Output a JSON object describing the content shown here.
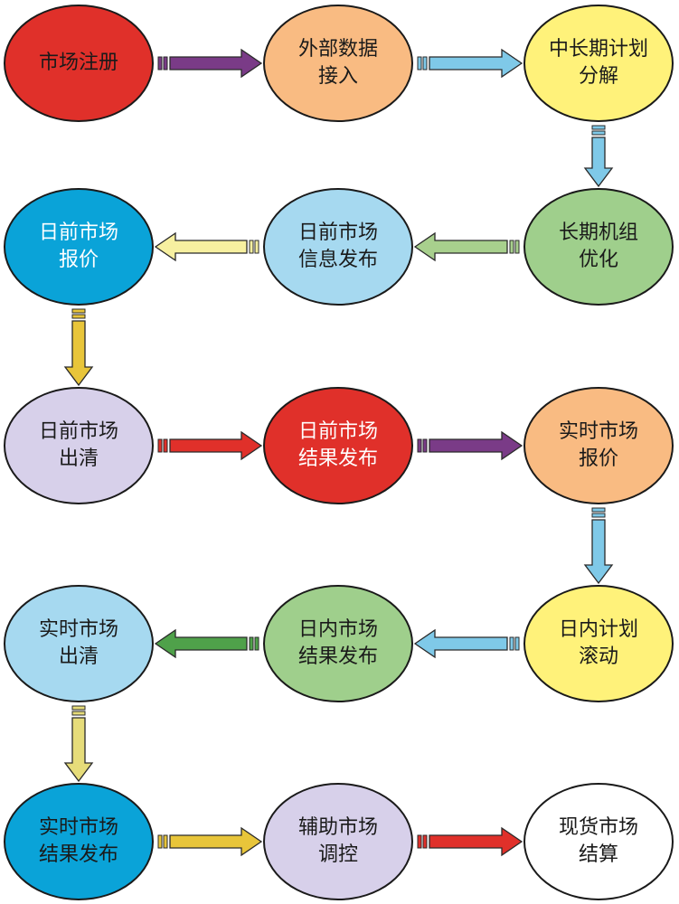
{
  "colors": {
    "red": "#e0302a",
    "orange": "#f9bb82",
    "yellow": "#fff27a",
    "green": "#9fcf8c",
    "blue": "#0aa3d8",
    "lightblue": "#a6d9f0",
    "lavender": "#d7d0ea",
    "white": "#ffffff",
    "arrow_purple": "#7a3b87",
    "arrow_skyblue": "#7fc9e8",
    "arrow_lightgreen": "#a8d08d",
    "arrow_paleyellow": "#f7f0a0",
    "arrow_gold": "#e8c53a",
    "arrow_red": "#e0302a",
    "arrow_darkgreen": "#4fa14a",
    "arrow_khaki": "#e6dc7a"
  },
  "nodes": [
    {
      "id": "market-registration",
      "label": "市场注册",
      "color": "red",
      "text_color": "dark"
    },
    {
      "id": "external-data-access",
      "label": "外部数据\n接入",
      "color": "orange",
      "text_color": "dark"
    },
    {
      "id": "mid-long-term-plan-decomposition",
      "label": "中长期计划\n分解",
      "color": "yellow",
      "text_color": "dark"
    },
    {
      "id": "day-ahead-market-bidding",
      "label": "日前市场\n报价",
      "color": "blue",
      "text_color": "light"
    },
    {
      "id": "day-ahead-market-info-release",
      "label": "日前市场\n信息发布",
      "color": "lightblue",
      "text_color": "dark"
    },
    {
      "id": "long-term-unit-optimization",
      "label": "长期机组\n优化",
      "color": "green",
      "text_color": "dark"
    },
    {
      "id": "day-ahead-market-clearing",
      "label": "日前市场\n出清",
      "color": "lavender",
      "text_color": "dark"
    },
    {
      "id": "day-ahead-market-result-release",
      "label": "日前市场\n结果发布",
      "color": "red",
      "text_color": "light"
    },
    {
      "id": "real-time-market-bidding",
      "label": "实时市场\n报价",
      "color": "orange",
      "text_color": "dark"
    },
    {
      "id": "real-time-market-clearing",
      "label": "实时市场\n出清",
      "color": "lightblue",
      "text_color": "dark"
    },
    {
      "id": "intraday-market-result-release",
      "label": "日内市场\n结果发布",
      "color": "green",
      "text_color": "dark"
    },
    {
      "id": "intraday-plan-rolling",
      "label": "日内计划\n滚动",
      "color": "yellow",
      "text_color": "dark"
    },
    {
      "id": "real-time-market-result-release",
      "label": "实时市场\n结果发布",
      "color": "blue",
      "text_color": "dark"
    },
    {
      "id": "auxiliary-market-regulation",
      "label": "辅助市场\n调控",
      "color": "lavender",
      "text_color": "dark"
    },
    {
      "id": "spot-market-settlement",
      "label": "现货市场\n结算",
      "color": "white",
      "text_color": "dark"
    }
  ],
  "edges": [
    {
      "from": "market-registration",
      "to": "external-data-access",
      "color": "arrow_purple"
    },
    {
      "from": "external-data-access",
      "to": "mid-long-term-plan-decomposition",
      "color": "arrow_skyblue"
    },
    {
      "from": "mid-long-term-plan-decomposition",
      "to": "long-term-unit-optimization",
      "color": "arrow_skyblue"
    },
    {
      "from": "long-term-unit-optimization",
      "to": "day-ahead-market-info-release",
      "color": "arrow_lightgreen"
    },
    {
      "from": "day-ahead-market-info-release",
      "to": "day-ahead-market-bidding",
      "color": "arrow_paleyellow"
    },
    {
      "from": "day-ahead-market-bidding",
      "to": "day-ahead-market-clearing",
      "color": "arrow_gold"
    },
    {
      "from": "day-ahead-market-clearing",
      "to": "day-ahead-market-result-release",
      "color": "arrow_red"
    },
    {
      "from": "day-ahead-market-result-release",
      "to": "real-time-market-bidding",
      "color": "arrow_purple"
    },
    {
      "from": "real-time-market-bidding",
      "to": "intraday-plan-rolling",
      "color": "arrow_skyblue"
    },
    {
      "from": "intraday-plan-rolling",
      "to": "intraday-market-result-release",
      "color": "arrow_skyblue"
    },
    {
      "from": "intraday-market-result-release",
      "to": "real-time-market-clearing",
      "color": "arrow_darkgreen"
    },
    {
      "from": "real-time-market-clearing",
      "to": "real-time-market-result-release",
      "color": "arrow_khaki"
    },
    {
      "from": "real-time-market-result-release",
      "to": "auxiliary-market-regulation",
      "color": "arrow_gold"
    },
    {
      "from": "auxiliary-market-regulation",
      "to": "spot-market-settlement",
      "color": "arrow_red"
    }
  ]
}
